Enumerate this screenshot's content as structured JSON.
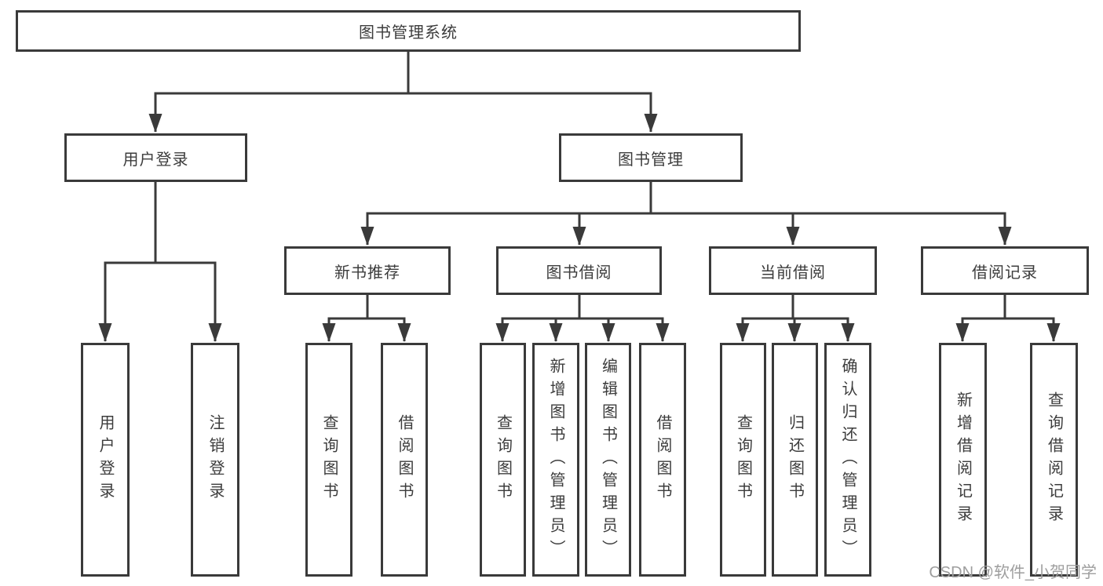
{
  "colors": {
    "line": "#3a3a3a",
    "text": "#3c3c3c",
    "watermark": "#9e9e9e",
    "bg": "#ffffff"
  },
  "watermark": "CSDN @软件_小贺同学",
  "tree": {
    "root": "图书管理系统",
    "children": [
      {
        "label": "用户登录",
        "children": [
          "用户登录",
          "注销登录"
        ]
      },
      {
        "label": "图书管理",
        "children": [
          {
            "label": "新书推荐",
            "children": [
              "查询图书",
              "借阅图书"
            ]
          },
          {
            "label": "图书借阅",
            "children": [
              "查询图书",
              "新增图书（管理员）",
              "编辑图书（管理员）",
              "借阅图书"
            ]
          },
          {
            "label": "当前借阅",
            "children": [
              "查询图书",
              "归还图书",
              "确认归还（管理员）"
            ]
          },
          {
            "label": "借阅记录",
            "children": [
              "新增借阅记录",
              "查询借阅记录"
            ]
          }
        ]
      }
    ]
  }
}
